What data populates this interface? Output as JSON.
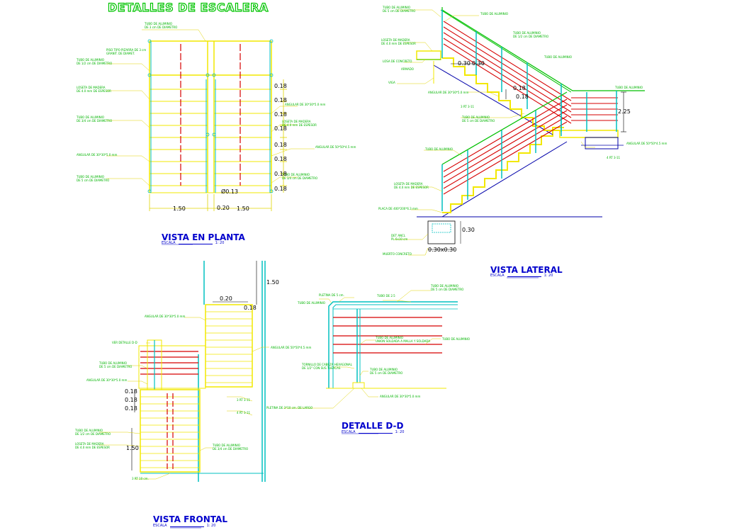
{
  "title": "DETALLES DE ESCALERA",
  "views": {
    "planta": {
      "title": "VISTA EN PLANTA",
      "scale_label": "ESCALA",
      "scale_value": "1: 20"
    },
    "lateral": {
      "title": "VISTA LATERAL",
      "scale_label": "ESCALA",
      "scale_value": "1: 20"
    },
    "frontal": {
      "title": "VISTA FRONTAL",
      "scale_label": "ESCALA",
      "scale_value": "1: 20"
    },
    "detalle": {
      "title": "DETALLE D-D",
      "scale_label": "ESCALA",
      "scale_value": "1: 20"
    }
  },
  "notes": {
    "planta": [
      "TUBO DE ALUMINIO\nDE 3 cm DE DIAMETRO",
      "PISO TIPO PIZARRA DE 3 cm\nGRANIT. DE DIAMET.",
      "TUBO DE ALUMINIO\nDE 1/2 cm DE DIAMETRO",
      "LOSETA DE MADERA\nDE 4.0 mm DE ESPESOR",
      "TUBO DE ALUMINIO\nDE 3/4 cm DE DIAMETRO",
      "ANGULAR DE 30*30*5.0 mm",
      "TUBO DE ALUMINIO\nDE 5 cm DE DIAMETRO",
      "ANGULAR DE 30*30*5.0 mm",
      "LOSETA DE MADERA\nDE 4.0 mm DE ESPESOR",
      "ANGULAR DE 50*50*4.5 mm",
      "TUBO DE ALUMINIO\nDE 3/4 cm DE DIAMETRO"
    ],
    "lateral": [
      "TUBO DE ALUMINIO\nDE 5 cm DE DIAMETRO",
      "TUBO DE ALUMINIO",
      "TUBO DE ALUMINIO\nDE 1/2 cm DE DIAMETRO",
      "LOSETA DE MADERA\nDE 4.0 mm DE ESPESOR",
      "TUBO DE ALUMINIO",
      "LOSA DE CONCRETO",
      "ARMADO",
      "VIGA",
      "ANGULAR DE 30*30*5.0 mm",
      "3 RT 3-11",
      "TUBO DE ALUMINIO\nDE 5 cm DE DIAMETRO",
      "TUBO DE ALUMINIO",
      "ANGULAR DE 50*50*4.5 mm",
      "4 RT 3-11",
      "TUBO DE ALUMINIO",
      "LOSETA DE MADERA\nDE 4.0 mm DE ESPESOR",
      "PLACA DE 400*200*6.3 mm",
      "DET ANCL\nPL 6x10 cm",
      "MUERTO CONCRETO"
    ],
    "frontal": [
      "ANGULAR DE 30*30*5.0 mm",
      "VER DETALLE D-D",
      "TUBO DE ALUMINIO\nDE 5 cm DE DIAMETRO",
      "ANGULAR DE 30*30*5.0 mm",
      "ANGULAR DE 50*50*4.5 mm",
      "3 RT 3-11",
      "4 RT 3-11",
      "TUBO DE ALUMINIO\nDE 1/2 cm DE DIAMETRO",
      "LOSETA DE MADERA\nDE 4.0 mm DE ESPESOR",
      "TUBO DE ALUMINIO\nDE 3/4 cm DE DIAMETRO",
      "3 RT 10 cm."
    ],
    "detalle": [
      "PLETINA DE 5 cm.",
      "TUBO DE 2.5",
      "TUBO DE ALUMINIO\nDE 5 cm DE DIAMETRO",
      "TUBO DE ALUMINIO",
      "TUBO DE ALUMINIO\nUNION SOLDADA A MALLA Y SOLDADA",
      "TUBO DE ALUMINIO",
      "TORNILLO DE CABEZA HEXAGONAL\nDE 1/2\" CON SUS TUERCAS",
      "TUBO DE ALUMINIO\nDE 5 cm DE DIAMETRO",
      "ANGULAR DE 30*30*5.0 mm",
      "PLETINA DE 3*10 cm. DE LARGO"
    ]
  },
  "dims": {
    "planta": {
      "width_left": "1.50",
      "gap": "0.20",
      "width_right": "1.50",
      "riser": "0.18",
      "diameter": "Ø0.13"
    },
    "lateral": {
      "tread": "0.30",
      "riser": "0.18",
      "height": "2.25",
      "found_h": "0.30",
      "found_w": "0.30x0.30"
    },
    "frontal": {
      "top": "1.50",
      "gap": "0.20",
      "riser": "0.18",
      "lower": "1.50"
    }
  },
  "colors": {
    "dim_line": "#e0d400",
    "stair": "#f2e800",
    "rail_red": "#d60000",
    "post_cyan": "#00c0c0",
    "text_green": "#00b400",
    "title_blue": "#0000cc",
    "ground": "#0000aa"
  }
}
